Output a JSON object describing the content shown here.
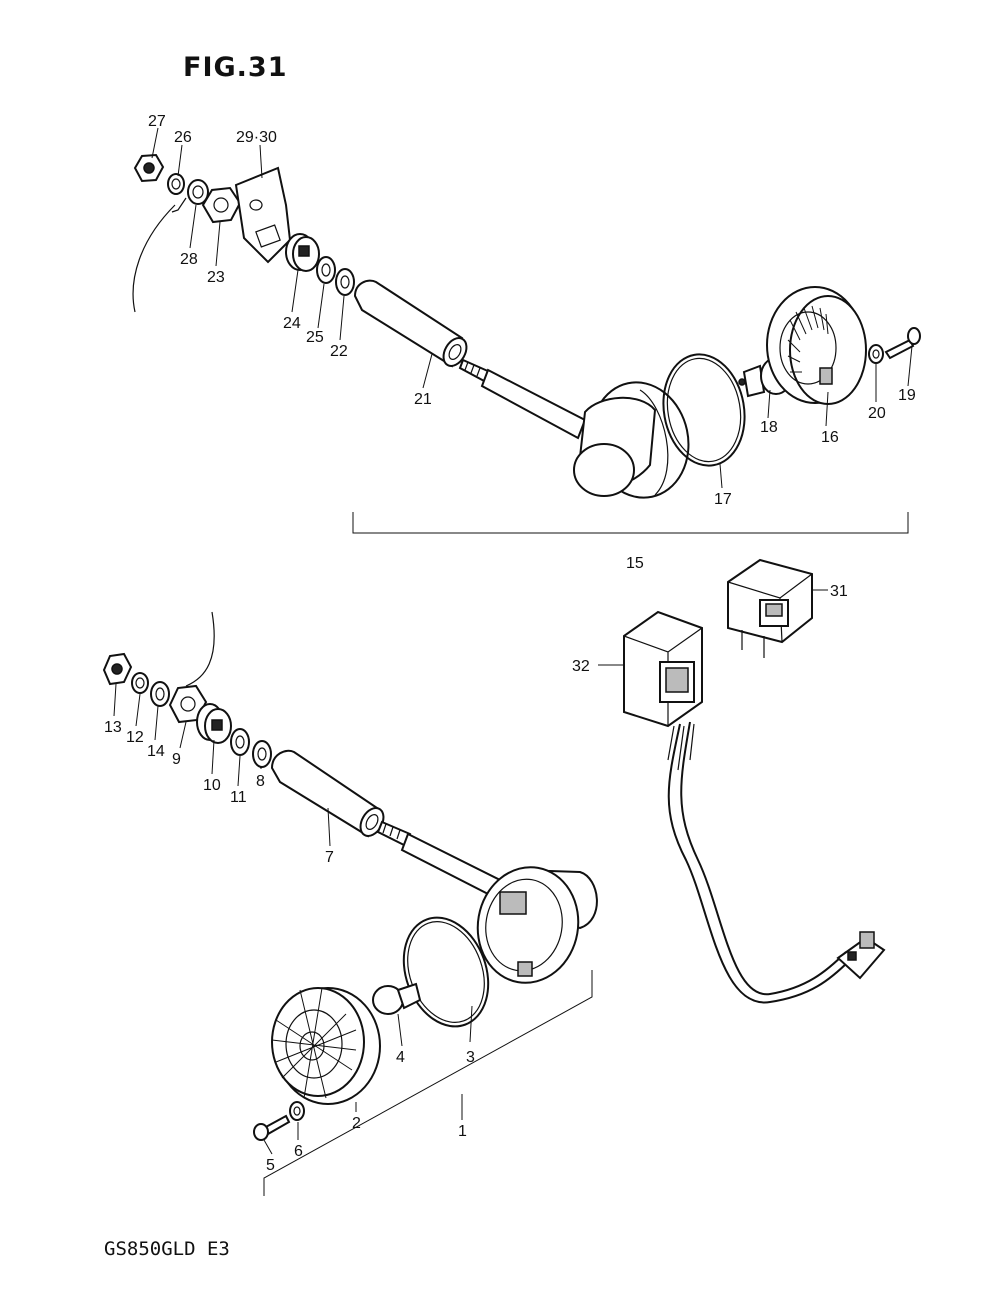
{
  "figure": {
    "title": "FIG.31",
    "model": "GS850GLD E3"
  },
  "labels": {
    "p1": "1",
    "p2": "2",
    "p3": "3",
    "p4": "4",
    "p5": "5",
    "p6": "6",
    "p7": "7",
    "p8": "8",
    "p9": "9",
    "p10": "10",
    "p11": "11",
    "p12": "12",
    "p13": "13",
    "p14": "14",
    "p15": "15",
    "p16": "16",
    "p17": "17",
    "p18": "18",
    "p19": "19",
    "p20": "20",
    "p21": "21",
    "p22": "22",
    "p23": "23",
    "p24": "24",
    "p25": "25",
    "p26": "26",
    "p27": "27",
    "p28": "28",
    "p2930": "29·30",
    "p31": "31",
    "p32": "32"
  }
}
